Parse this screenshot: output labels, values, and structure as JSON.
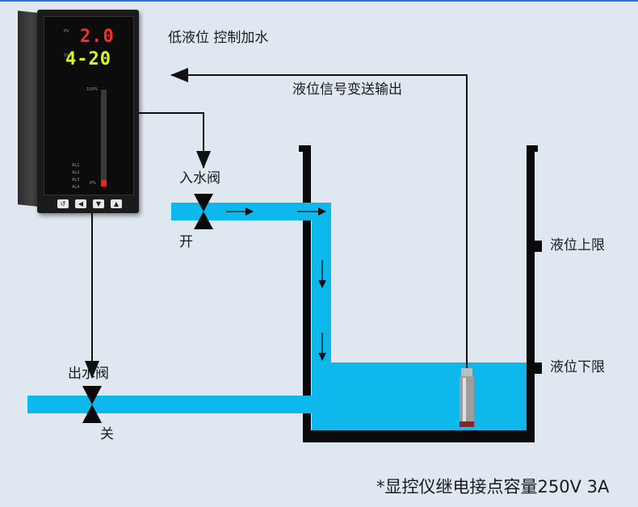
{
  "labels": {
    "control_title": "低液位 控制加水",
    "signal_output": "液位信号变送输出",
    "inlet_valve": "入水阀",
    "inlet_state": "开",
    "outlet_valve": "出水阀",
    "outlet_state": "关",
    "level_high": "液位上限",
    "level_low": "液位下限",
    "footnote": "*显控仪继电接点容量250V 3A"
  },
  "controller": {
    "pv_tag": "PV",
    "sv_tag": "SV",
    "pv_value": "2.0",
    "sv_value": "4-20",
    "bar_top_label": "100%",
    "bar_bottom_label": "0%",
    "bar_level": 0.07,
    "alarms": [
      "AL1",
      "AL2",
      "AL3",
      "AL4"
    ],
    "buttons": [
      "↺",
      "◀",
      "▼",
      "▲"
    ]
  },
  "colors": {
    "background": "#dfe8f1",
    "water": "#0db8ec",
    "pv_digits": "#ff2a2a",
    "sv_digits": "#d7ff1c",
    "tank_wall": "#0a0a0a"
  }
}
